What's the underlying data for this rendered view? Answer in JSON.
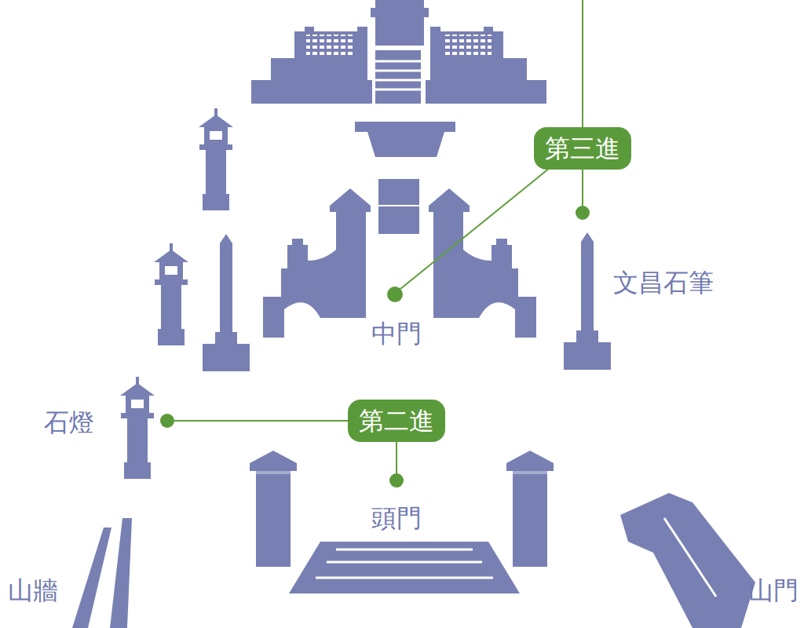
{
  "diagram": {
    "nodes": [
      {
        "text": [
          "第三進"
        ]
      },
      {
        "text": [
          "第二進"
        ]
      }
    ],
    "labels": [
      "文昌石筆",
      "中門",
      "石燈",
      "頭門",
      "山牆",
      "山門"
    ]
  }
}
